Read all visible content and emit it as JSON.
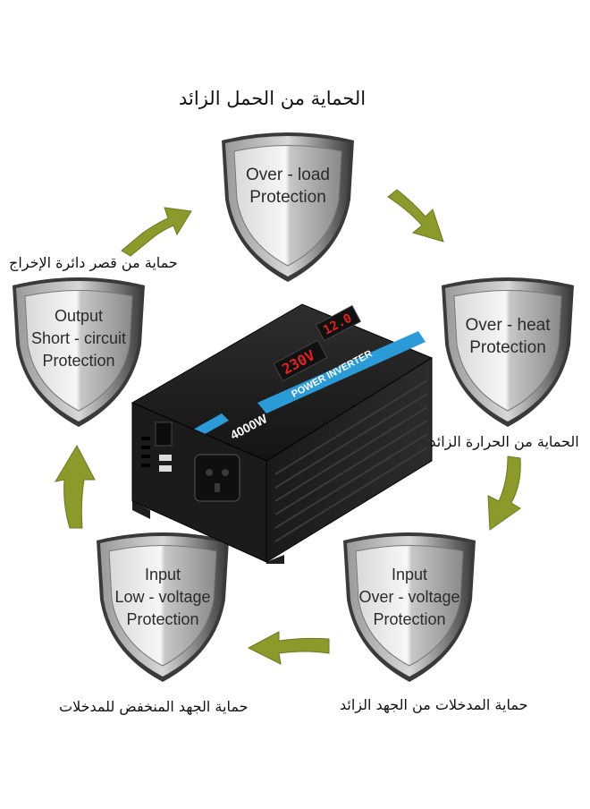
{
  "colors": {
    "arrow": "#8c9a2c",
    "shield_outer": "#5d5d5d",
    "shield_inner_light": "#f4f4f4",
    "inverter_body": "#1e1e1e",
    "inverter_stripe": "#2a9bd6",
    "display_red": "#e52020"
  },
  "labels": {
    "top_arabic": "الحماية من الحمل الزائد",
    "left_arabic": "حماية من قصر دائرة الإخراج",
    "right_arabic": "الحماية من الحرارة الزائدة",
    "bottom_left_arabic": "حماية الجهد المنخفض للمدخلات",
    "bottom_right_arabic": "حماية المدخلات من الجهد الزائد"
  },
  "shields": {
    "overload": {
      "line1": "Over - load",
      "line2": "Protection",
      "line3": ""
    },
    "overheat": {
      "line1": "Over - heat",
      "line2": "Protection",
      "line3": ""
    },
    "output_short": {
      "line1": "Output",
      "line2": "Short - circuit",
      "line3": "Protection"
    },
    "input_low": {
      "line1": "Input",
      "line2": "Low - voltage",
      "line3": "Protection"
    },
    "input_over": {
      "line1": "Input",
      "line2": "Over - voltage",
      "line3": "Protection"
    }
  },
  "product": {
    "name_label": "POWER INVERTER",
    "power_label": "4000W",
    "display_output": "230V",
    "display_input": "12.0"
  }
}
